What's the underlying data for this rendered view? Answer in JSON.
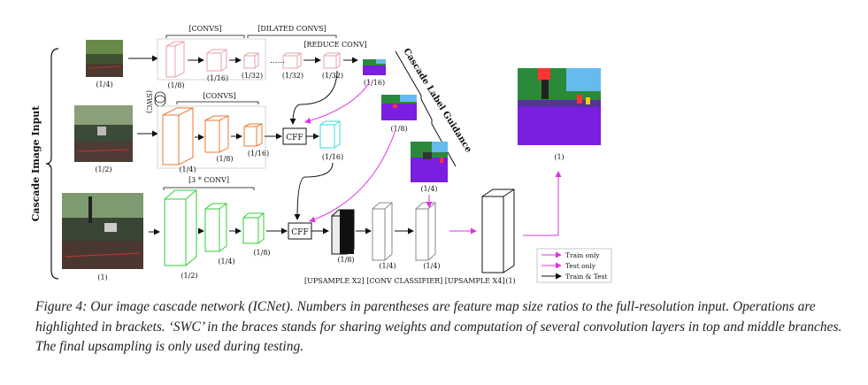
{
  "figure": {
    "side_label": "Cascade Image Input",
    "guidance_label": "Cascade Label Guidance",
    "swc_label": "(SWC)",
    "top_branch": {
      "bracket_convs": "[CONVS]",
      "bracket_dilated": "[DILATED CONVS]",
      "bracket_reduce": "[REDUCE CONV]",
      "image_ratio": "(1/4)",
      "box_ratios": [
        "(1/8)",
        "(1/16)",
        "(1/32)",
        "(1/32)",
        "(1/32)"
      ],
      "dots": "......",
      "label_ratio": "(1/16)"
    },
    "middle_branch": {
      "bracket_convs": "[CONVS]",
      "image_ratio": "(1/2)",
      "box_ratios": [
        "(1/4)",
        "(1/8)",
        "(1/16)"
      ],
      "cff_label": "CFF",
      "cff_out_ratio": "(1/16)",
      "label_ratio": "(1/8)"
    },
    "bottom_branch": {
      "bracket_conv": "[3 * CONV]",
      "image_ratio": "(1)",
      "box_ratios": [
        "(1/2)",
        "(1/4)",
        "(1/8)"
      ],
      "cff_label": "CFF",
      "out_ratios": [
        "(1/8)",
        "(1/4)",
        "(1/4)",
        "(1)"
      ],
      "label_ratio": "(1/4)",
      "ops": "[UPSAMPLE X2] [CONV CLASSIFIER] [UPSAMPLE X4]"
    },
    "output_ratio": "(1)",
    "legend": {
      "items": [
        {
          "label": "Train only",
          "color": "#cc44cc"
        },
        {
          "label": "Test only",
          "color": "#dd33dd"
        },
        {
          "label": "Train & Test",
          "color": "#111111"
        }
      ]
    },
    "colors": {
      "top_boxes": "#e8a0a8",
      "middle_boxes": "#e87830",
      "bottom_boxes": "#33cc33",
      "cff_out_box": "#33dddd",
      "magenta_arrow": "#dd33dd",
      "segmentation_purple": "#7a1ee0"
    }
  },
  "caption": "Figure 4: Our image cascade network (ICNet). Numbers in parentheses are feature map size ratios to the full-resolution input. Operations are highlighted in brackets. ‘SWC’ in the braces stands for sharing weights and computation of several convolution layers in top and middle branches. The final upsampling is only used during testing."
}
